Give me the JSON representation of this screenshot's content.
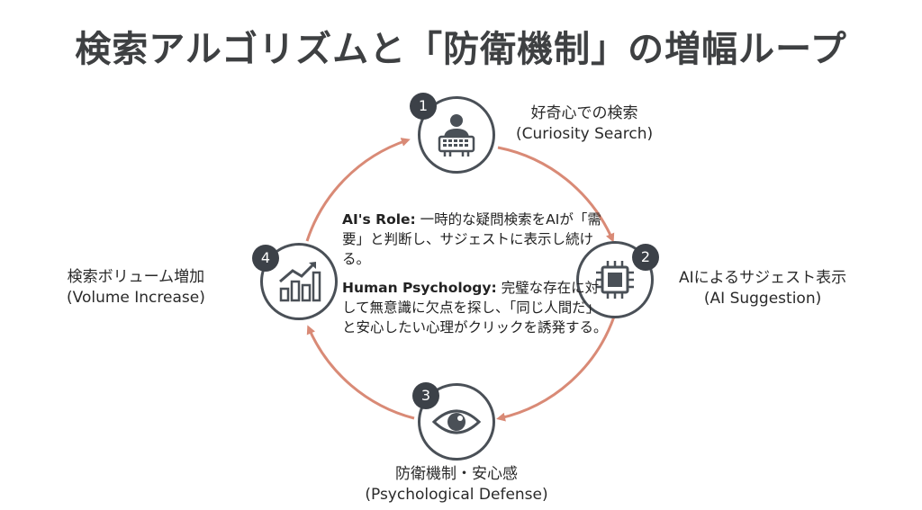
{
  "title": "検索アルゴリズムと「防衛機制」の増幅ループ",
  "colors": {
    "arrow": "#d98a76",
    "node_border": "#4a5057",
    "badge": "#3c4148",
    "icon": "#4a5057"
  },
  "steps": [
    {
      "number": "1",
      "label_ja": "好奇心での検索",
      "label_en": "(Curiosity Search)",
      "icon": "person-typing-laptop-icon"
    },
    {
      "number": "2",
      "label_ja": "AIによるサジェスト表示",
      "label_en": "(AI Suggestion)",
      "icon": "cpu-chip-icon"
    },
    {
      "number": "3",
      "label_ja": "防衛機制・安心感",
      "label_en": "(Psychological Defense)",
      "icon": "eye-icon"
    },
    {
      "number": "4",
      "label_ja": "検索ボリューム増加",
      "label_en": "(Volume Increase)",
      "icon": "rising-bar-chart-icon"
    }
  ],
  "center": {
    "ai_role_label": "AI's Role:",
    "ai_role_text": " 一時的な疑問検索をAIが「需要」と判断し、サジェストに表示し続ける。",
    "human_label": "Human Psychology:",
    "human_text": " 完璧な存在に対して無意識に欠点を探し、「同じ人間だ」と安心したい心理がクリックを誘発する。"
  }
}
